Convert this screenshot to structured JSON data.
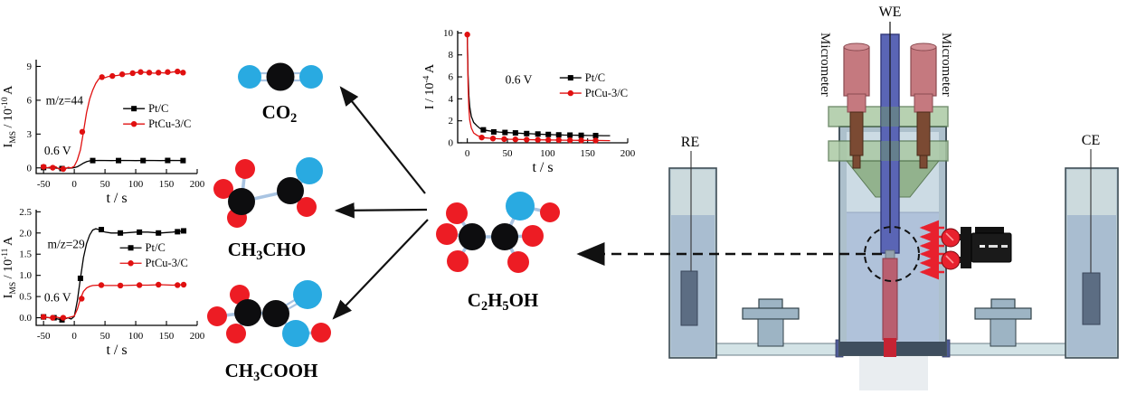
{
  "palette": {
    "series_red": "#e01010",
    "series_black": "#000000",
    "atom_carbon": "#0d0d0f",
    "atom_oxygen": "#29aae1",
    "atom_hydrogen": "#ed1c24",
    "bond": "#a9c4e2",
    "arrow_black": "#111111",
    "arrow_red": "#e8212e",
    "glass_light": "#ccdadd",
    "liquid_blue": "#a9bdd0",
    "plate_green": "#abc9a4",
    "funnel_green": "#8fb089",
    "micrometer_pink": "#c5797f",
    "micrometer_brown": "#7b4a33",
    "we_rod_blue": "#5a65b5",
    "sample_rod_red": "#b95f70",
    "electrode_gray": "#5c6d83"
  },
  "apparatus": {
    "we_label": "WE",
    "re_label": "RE",
    "ce_label": "CE",
    "micrometer_left_label": "Micrometer",
    "micrometer_right_label": "Micrometer"
  },
  "molecules": {
    "co2": {
      "name": "carbon dioxide",
      "formula_parts": [
        {
          "t": "CO"
        },
        {
          "t": "2",
          "sub": true
        }
      ]
    },
    "ch3cho": {
      "name": "acetaldehyde",
      "formula_parts": [
        {
          "t": "CH"
        },
        {
          "t": "3",
          "sub": true
        },
        {
          "t": "CHO"
        }
      ]
    },
    "ch3cooh": {
      "name": "acetic acid",
      "formula_parts": [
        {
          "t": "CH"
        },
        {
          "t": "3",
          "sub": true
        },
        {
          "t": "COOH"
        }
      ]
    },
    "c2h5oh": {
      "name": "ethanol",
      "formula_parts": [
        {
          "t": "C"
        },
        {
          "t": "2",
          "sub": true
        },
        {
          "t": "H"
        },
        {
          "t": "5",
          "sub": true
        },
        {
          "t": "OH"
        }
      ]
    }
  },
  "chart_data": [
    {
      "id": "chart-ims-mz44",
      "type": "line",
      "xlabel": "t / s",
      "ylabel_parts": [
        {
          "t": "I"
        },
        {
          "t": "MS",
          "sub": true
        },
        {
          "t": " / 10"
        },
        {
          "t": "-10",
          "sup": true
        },
        {
          "t": " A"
        }
      ],
      "xlim": [
        -62,
        200
      ],
      "ylim": [
        -0.5,
        9.6
      ],
      "xticks": [
        -50,
        0,
        50,
        100,
        150,
        200
      ],
      "yticks": [
        0,
        3,
        6,
        9
      ],
      "ydecimals": 0,
      "annotations": [
        {
          "text": "m/z=44",
          "fx": 0.06,
          "fy": 0.36
        },
        {
          "text": "0.6 V",
          "fx": 0.05,
          "fy": 0.8
        }
      ],
      "legend": {
        "fx": 0.54,
        "fy": 0.43
      },
      "series": [
        {
          "name": "Pt/C",
          "color": "#000000",
          "marker": "square",
          "x": [
            -50,
            -40,
            -30,
            -20,
            -10,
            -5,
            0,
            5,
            10,
            15,
            20,
            25,
            30,
            40,
            60,
            80,
            100,
            120,
            140,
            160,
            180
          ],
          "y": [
            0.03,
            0.0,
            -0.02,
            -0.06,
            0.0,
            -0.02,
            0.02,
            0.1,
            0.25,
            0.42,
            0.55,
            0.62,
            0.65,
            0.66,
            0.65,
            0.66,
            0.65,
            0.66,
            0.65,
            0.66,
            0.65
          ],
          "markers": [
            [
              -50,
              0.03
            ],
            [
              -20,
              -0.06
            ],
            [
              30,
              0.65
            ],
            [
              72,
              0.65
            ],
            [
              112,
              0.65
            ],
            [
              152,
              0.66
            ],
            [
              177,
              0.65
            ]
          ]
        },
        {
          "name": "PtCu-3/C",
          "color": "#e01010",
          "marker": "circle",
          "x": [
            -50,
            -45,
            -40,
            -35,
            -30,
            -25,
            -20,
            -15,
            -10,
            -5,
            0,
            5,
            10,
            15,
            20,
            25,
            30,
            35,
            40,
            45,
            50,
            55,
            60,
            70,
            80,
            90,
            100,
            110,
            120,
            130,
            140,
            150,
            160,
            170,
            180
          ],
          "y": [
            0.1,
            0.0,
            0.06,
            0.02,
            0.1,
            -0.1,
            0.0,
            -0.12,
            0.05,
            0.0,
            0.15,
            0.7,
            1.6,
            3.2,
            4.9,
            6.1,
            6.9,
            7.5,
            7.9,
            8.05,
            8.0,
            8.1,
            8.15,
            8.2,
            8.3,
            8.35,
            8.45,
            8.5,
            8.45,
            8.4,
            8.45,
            8.4,
            8.5,
            8.55,
            8.45
          ],
          "markers": [
            [
              -50,
              0.1
            ],
            [
              -35,
              0.02
            ],
            [
              -18,
              -0.1
            ],
            [
              13,
              3.2
            ],
            [
              45,
              8.05
            ],
            [
              62,
              8.15
            ],
            [
              78,
              8.3
            ],
            [
              95,
              8.4
            ],
            [
              108,
              8.5
            ],
            [
              122,
              8.45
            ],
            [
              137,
              8.45
            ],
            [
              152,
              8.5
            ],
            [
              168,
              8.55
            ],
            [
              177,
              8.45
            ]
          ]
        }
      ]
    },
    {
      "id": "chart-ims-mz29",
      "type": "line",
      "xlabel": "t / s",
      "ylabel_parts": [
        {
          "t": "I"
        },
        {
          "t": "MS",
          "sub": true
        },
        {
          "t": " / 10"
        },
        {
          "t": "-11",
          "sup": true
        },
        {
          "t": " A"
        }
      ],
      "xlim": [
        -62,
        200
      ],
      "ylim": [
        -0.18,
        2.55
      ],
      "xticks": [
        -50,
        0,
        50,
        100,
        150,
        200
      ],
      "yticks": [
        0,
        0.5,
        1.0,
        1.5,
        2.0,
        2.5
      ],
      "ydecimals": 1,
      "annotations": [
        {
          "text": "m/z=29",
          "fx": 0.07,
          "fy": 0.3
        },
        {
          "text": "0.6 V",
          "fx": 0.05,
          "fy": 0.76
        }
      ],
      "legend": {
        "fx": 0.52,
        "fy": 0.33
      },
      "series": [
        {
          "name": "Pt/C",
          "color": "#000000",
          "marker": "square",
          "x": [
            -50,
            -40,
            -30,
            -20,
            -10,
            -5,
            0,
            5,
            10,
            15,
            20,
            25,
            30,
            35,
            40,
            50,
            60,
            80,
            100,
            120,
            140,
            160,
            180
          ],
          "y": [
            0.02,
            0.0,
            -0.02,
            -0.05,
            0.0,
            -0.03,
            0.03,
            0.4,
            0.93,
            1.42,
            1.75,
            1.95,
            2.07,
            2.1,
            2.08,
            2.02,
            2.0,
            2.0,
            2.02,
            2.02,
            2.0,
            2.02,
            2.05
          ],
          "markers": [
            [
              -50,
              0.02
            ],
            [
              -33,
              0.0
            ],
            [
              -20,
              -0.05
            ],
            [
              10,
              0.93
            ],
            [
              44,
              2.08
            ],
            [
              75,
              2.0
            ],
            [
              106,
              2.02
            ],
            [
              137,
              2.0
            ],
            [
              168,
              2.03
            ],
            [
              178,
              2.05
            ]
          ]
        },
        {
          "name": "PtCu-3/C",
          "color": "#e01010",
          "marker": "circle",
          "x": [
            -50,
            -40,
            -30,
            -20,
            -10,
            -5,
            0,
            5,
            10,
            15,
            20,
            25,
            30,
            40,
            50,
            60,
            80,
            100,
            120,
            140,
            160,
            180
          ],
          "y": [
            0.02,
            0.0,
            0.02,
            -0.02,
            0.0,
            0.02,
            0.04,
            0.2,
            0.45,
            0.62,
            0.7,
            0.74,
            0.76,
            0.77,
            0.76,
            0.76,
            0.76,
            0.77,
            0.77,
            0.78,
            0.77,
            0.78
          ],
          "markers": [
            [
              -50,
              0.02
            ],
            [
              -35,
              0.0
            ],
            [
              -18,
              0.0
            ],
            [
              12,
              0.45
            ],
            [
              44,
              0.77
            ],
            [
              75,
              0.76
            ],
            [
              106,
              0.77
            ],
            [
              137,
              0.78
            ],
            [
              168,
              0.77
            ],
            [
              178,
              0.78
            ]
          ]
        }
      ]
    },
    {
      "id": "chart-current-decay",
      "type": "line",
      "xlabel": "t / s",
      "ylabel_parts": [
        {
          "t": "I / 10"
        },
        {
          "t": "-4",
          "sup": true
        },
        {
          "t": " A"
        }
      ],
      "xlim": [
        -12,
        200
      ],
      "ylim": [
        0,
        10.2
      ],
      "xticks": [
        0,
        50,
        100,
        150,
        200
      ],
      "yticks": [
        0,
        2,
        4,
        6,
        8,
        10
      ],
      "ydecimals": 0,
      "annotations": [
        {
          "text": "0.6 V",
          "fx": 0.28,
          "fy": 0.44
        }
      ],
      "legend": {
        "fx": 0.6,
        "fy": 0.42
      },
      "series": [
        {
          "name": "Pt/C",
          "color": "#000000",
          "marker": "square",
          "x": [
            0,
            1,
            2,
            3,
            5,
            8,
            12,
            16,
            20,
            30,
            40,
            50,
            60,
            70,
            80,
            90,
            100,
            110,
            120,
            130,
            140,
            150,
            160,
            170,
            178
          ],
          "y": [
            9.9,
            6.2,
            4.3,
            3.3,
            2.4,
            1.85,
            1.55,
            1.3,
            1.18,
            1.05,
            0.98,
            0.93,
            0.9,
            0.85,
            0.82,
            0.78,
            0.76,
            0.73,
            0.71,
            0.7,
            0.68,
            0.67,
            0.66,
            0.65,
            0.65
          ],
          "markers": [
            [
              20,
              1.18
            ],
            [
              33,
              0.99
            ],
            [
              47,
              0.94
            ],
            [
              60,
              0.9
            ],
            [
              74,
              0.84
            ],
            [
              88,
              0.8
            ],
            [
              101,
              0.76
            ],
            [
              114,
              0.72
            ],
            [
              128,
              0.7
            ],
            [
              142,
              0.68
            ],
            [
              160,
              0.66
            ]
          ]
        },
        {
          "name": "PtCu-3/C",
          "color": "#e01010",
          "marker": "circle",
          "x": [
            0,
            1,
            2,
            3,
            5,
            8,
            12,
            16,
            20,
            30,
            40,
            50,
            60,
            80,
            100,
            120,
            140,
            160,
            178
          ],
          "y": [
            9.85,
            5.2,
            3.1,
            2.1,
            1.35,
            0.9,
            0.68,
            0.55,
            0.47,
            0.4,
            0.36,
            0.33,
            0.31,
            0.28,
            0.26,
            0.24,
            0.22,
            0.21,
            0.2
          ],
          "markers": [
            [
              0,
              9.85
            ],
            [
              18,
              0.48
            ],
            [
              32,
              0.39
            ],
            [
              46,
              0.34
            ],
            [
              60,
              0.31
            ],
            [
              74,
              0.29
            ],
            [
              88,
              0.27
            ],
            [
              101,
              0.26
            ],
            [
              114,
              0.25
            ],
            [
              128,
              0.23
            ],
            [
              142,
              0.22
            ],
            [
              160,
              0.21
            ]
          ]
        }
      ]
    }
  ]
}
